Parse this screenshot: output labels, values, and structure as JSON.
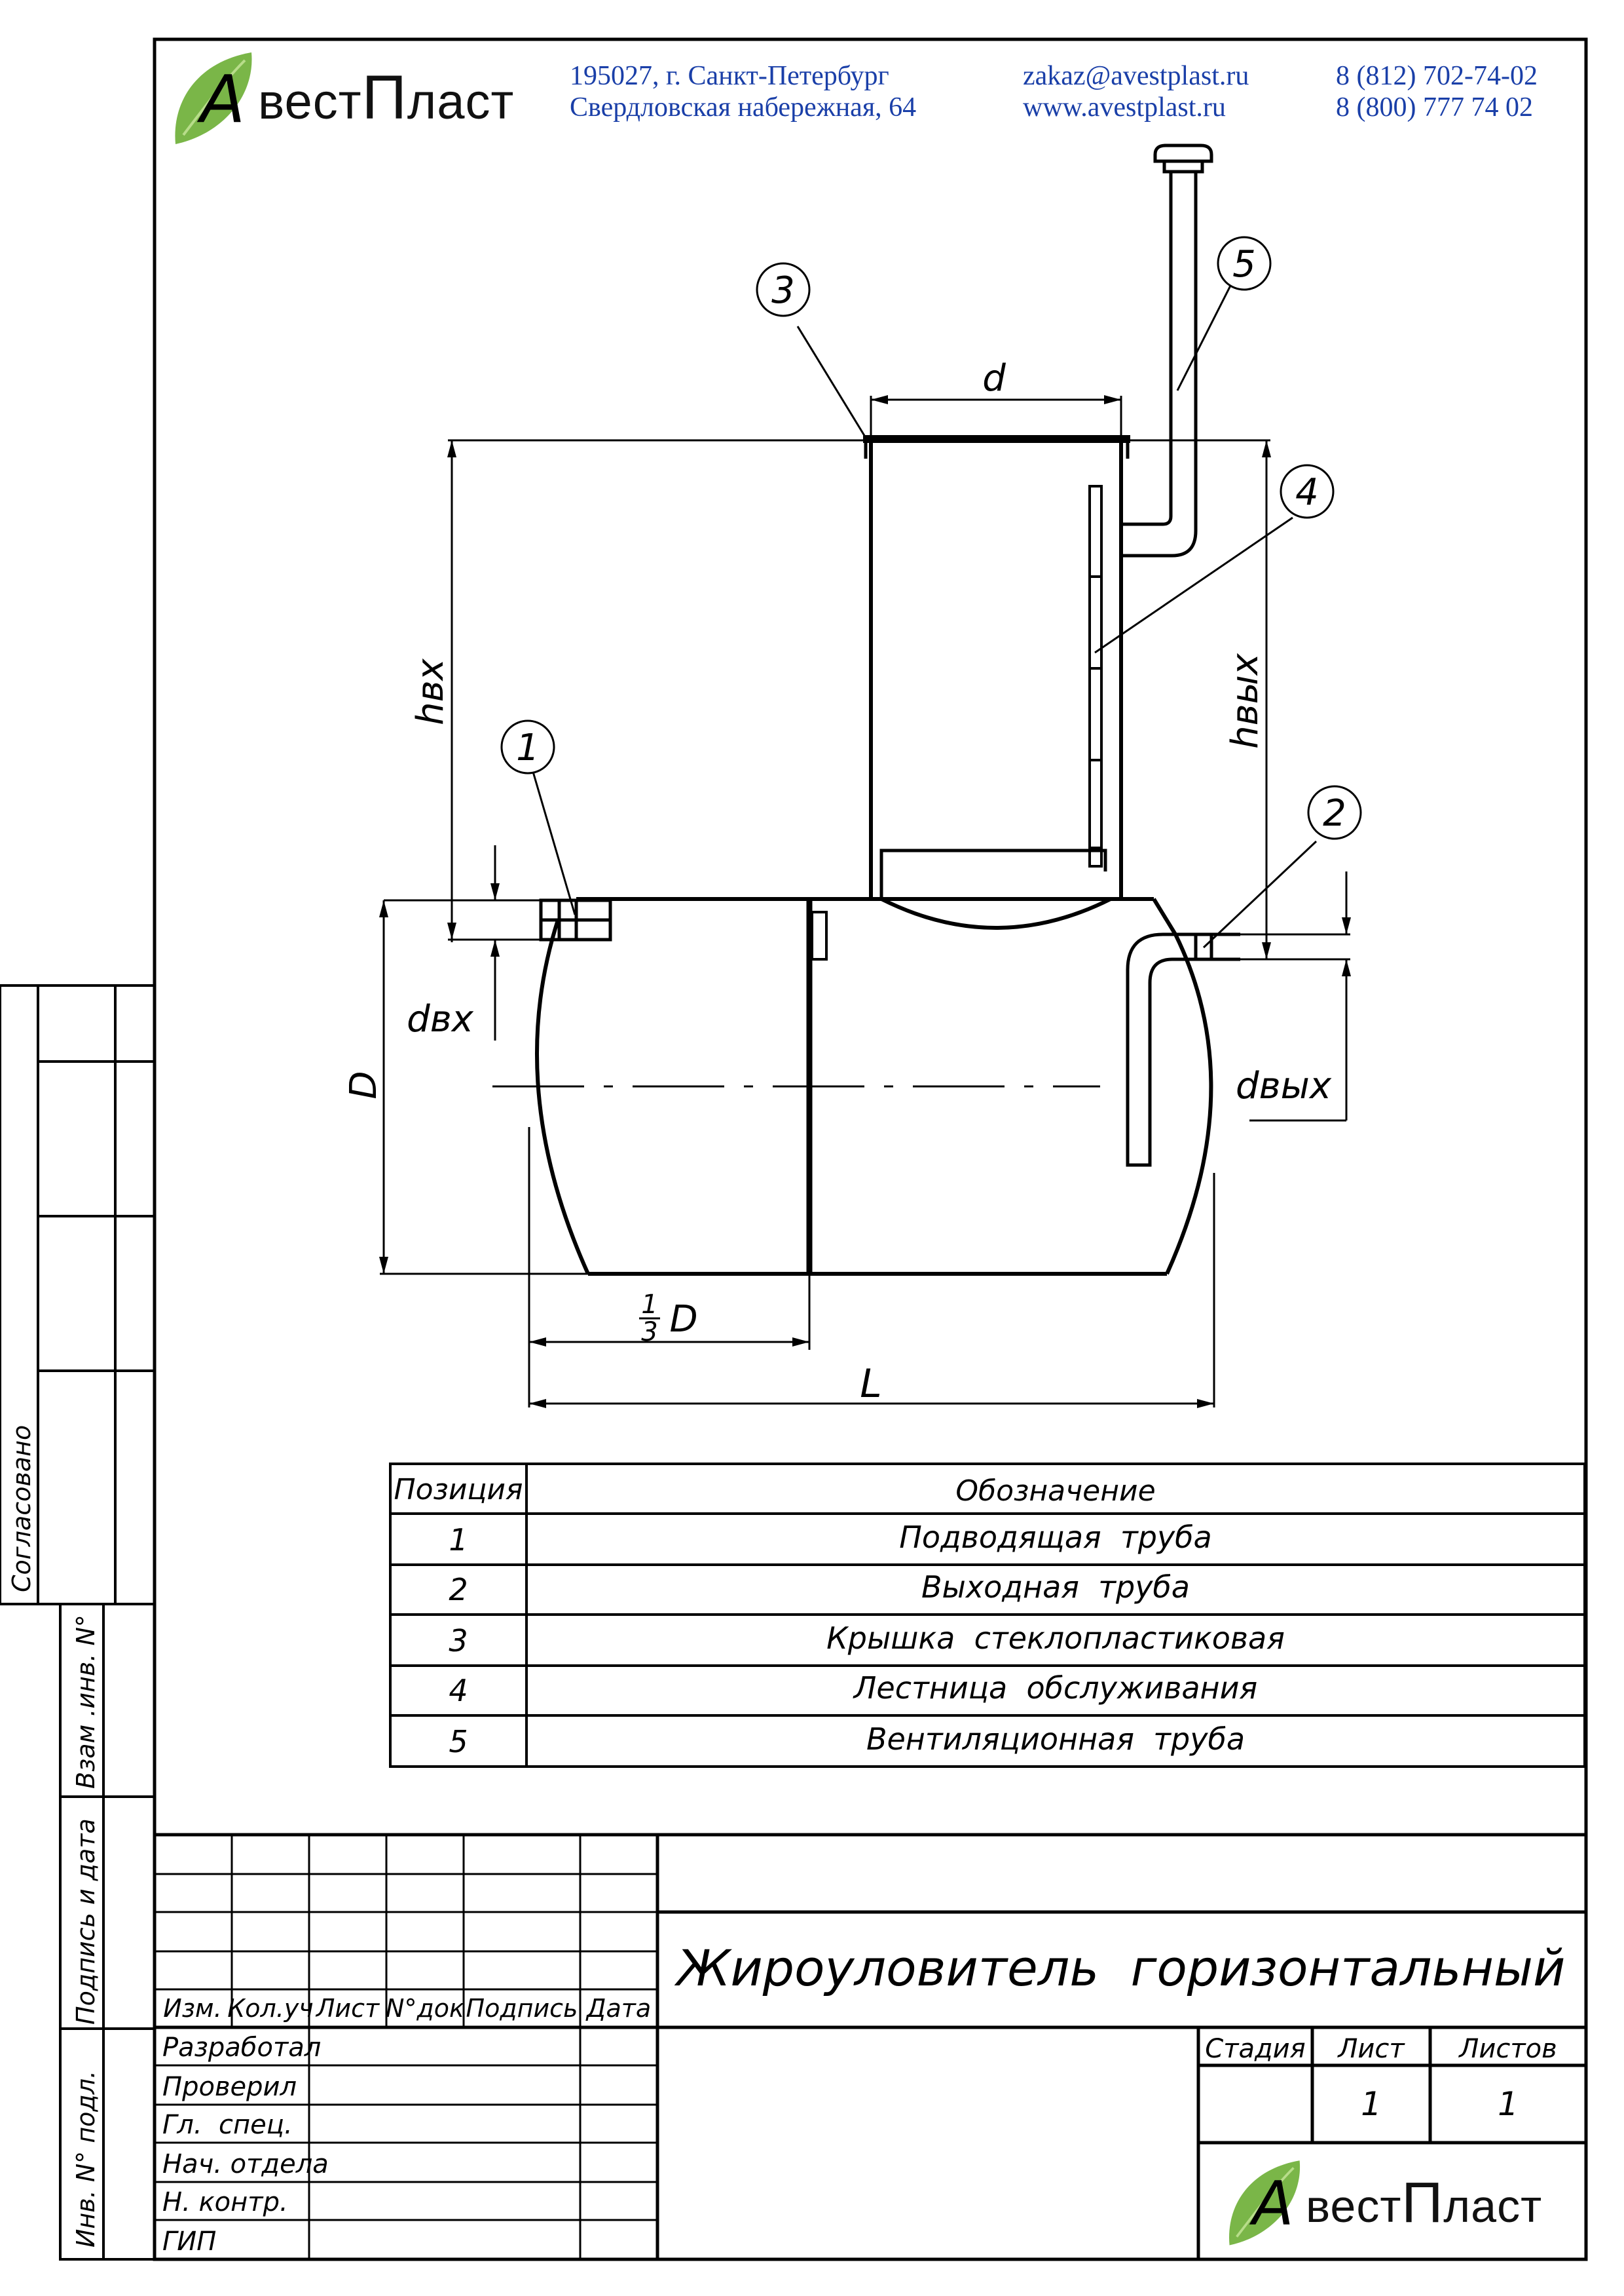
{
  "header": {
    "brand": {
      "prefix": "A",
      "mid": "вест",
      "cap": "П",
      "rest": "ласт"
    },
    "address_line1": "195027, г. Санкт-Петербург",
    "address_line2": "Свердловская набережная, 64",
    "email": "zakaz@avestplast.ru",
    "website": "www.avestplast.ru",
    "phone1": "8 (812) 702-74-02",
    "phone2": "8 (800) 777 74 02",
    "leaf_color": "#7ab648"
  },
  "drawing": {
    "callouts": [
      "1",
      "2",
      "3",
      "4",
      "5"
    ],
    "dims": {
      "d": "d",
      "h_in": "hвх",
      "h_out": "hвых",
      "d_in": "dвх",
      "d_out": "dвых",
      "D": "D",
      "third_num": "1",
      "third_den": "3",
      "third_D": "D",
      "L": "L"
    }
  },
  "spec_table": {
    "headers": [
      "Позиция",
      "Обозначение"
    ],
    "rows": [
      {
        "pos": "1",
        "name": "Подводящая  труба"
      },
      {
        "pos": "2",
        "name": "Выходная  труба"
      },
      {
        "pos": "3",
        "name": "Крышка  стеклопластиковая"
      },
      {
        "pos": "4",
        "name": "Лестница  обслуживания"
      },
      {
        "pos": "5",
        "name": "Вентиляционная  труба"
      }
    ]
  },
  "side_stamp": {
    "agreed": "Согласовано",
    "swap_inv": "Взам .инв. N°",
    "sign_date": "Подпись и дата",
    "inv_orig": "Инв. N° подл."
  },
  "title_block": {
    "title": "Жироуловитель  горизонтальный",
    "col_headers": [
      "Изм.",
      "Кол.уч",
      "Лист",
      "N°док",
      "Подпись",
      "Дата"
    ],
    "roles": [
      "Разработал",
      "Проверил",
      "Гл.  спец.",
      "Нач. отдела",
      "Н. контр.",
      "ГИП"
    ],
    "stage_label": "Стадия",
    "sheet_label": "Лист",
    "sheets_label": "Листов",
    "sheet_value": "1",
    "sheets_value": "1"
  }
}
